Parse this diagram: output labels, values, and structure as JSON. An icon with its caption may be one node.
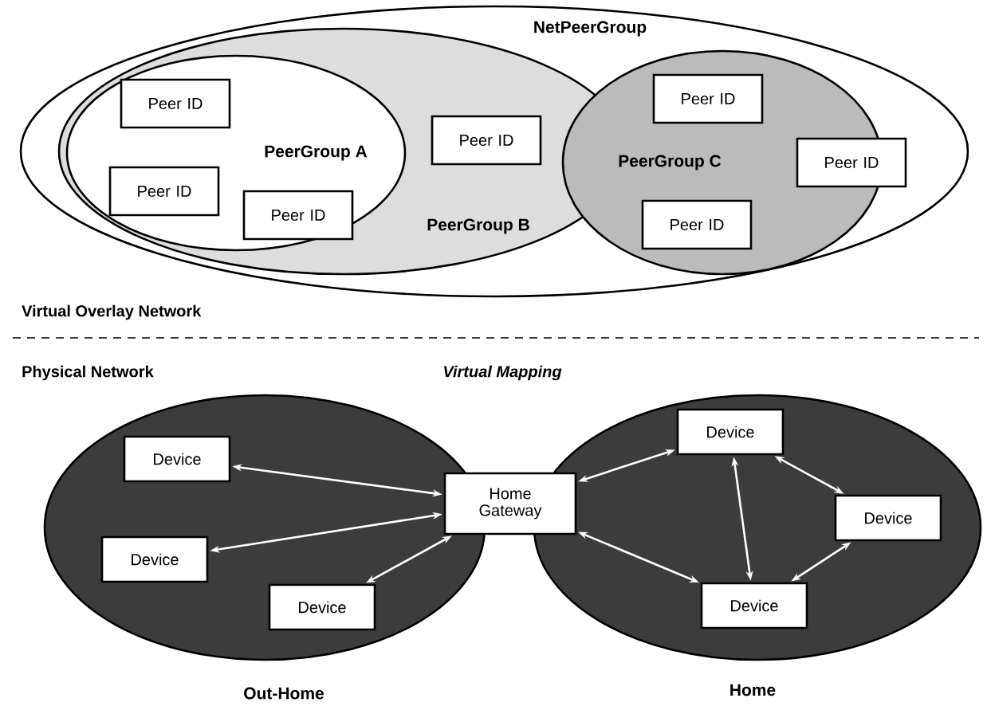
{
  "diagram": {
    "nodes": [
      {
        "text": [
          "NetPeerGroup"
        ]
      },
      {
        "text": [
          "PeerGroup B"
        ],
        "in": 0
      },
      {
        "text": [
          "PeerGroup A"
        ],
        "in": 1
      },
      {
        "text": [
          "Peer ID"
        ],
        "in": 2
      },
      {
        "text": [
          "Peer ID"
        ],
        "in": 2
      },
      {
        "text": [
          "Peer ID"
        ],
        "in": 2
      },
      {
        "text": [
          "Peer ID"
        ],
        "in": 1
      },
      {
        "text": [
          "PeerGroup C"
        ],
        "in": 0
      },
      {
        "text": [
          "Peer ID"
        ],
        "in": 7
      },
      {
        "text": [
          "Peer ID"
        ],
        "in": 0
      },
      {
        "text": [
          "Peer ID"
        ],
        "in": 7
      },
      {
        "text": [
          "Out-Home"
        ]
      },
      {
        "text": [
          "Device"
        ],
        "in": 11
      },
      {
        "text": [
          "Device"
        ],
        "in": 11
      },
      {
        "text": [
          "Device"
        ],
        "in": 11
      },
      {
        "text": [
          "Home Gateway"
        ]
      },
      {
        "text": [
          "Home"
        ]
      },
      {
        "text": [
          "Device"
        ],
        "in": 16
      },
      {
        "text": [
          "Device"
        ],
        "in": 16
      },
      {
        "text": [
          "Device"
        ],
        "in": 16
      }
    ],
    "edges": [
      {
        "from": 15,
        "to": 12,
        "arrow": "both"
      },
      {
        "from": 15,
        "to": 13,
        "arrow": "both"
      },
      {
        "from": 15,
        "to": 14,
        "arrow": "both"
      },
      {
        "from": 15,
        "to": 17,
        "arrow": "both"
      },
      {
        "from": 15,
        "to": 19,
        "arrow": "both"
      },
      {
        "from": 17,
        "to": 19,
        "arrow": "both"
      },
      {
        "from": 17,
        "to": 18,
        "arrow": "both"
      },
      {
        "from": 18,
        "to": 19,
        "arrow": "both"
      }
    ],
    "labels": [
      "Virtual Overlay Network",
      "Physical Network",
      "**Virtual Mapping**"
    ]
  }
}
